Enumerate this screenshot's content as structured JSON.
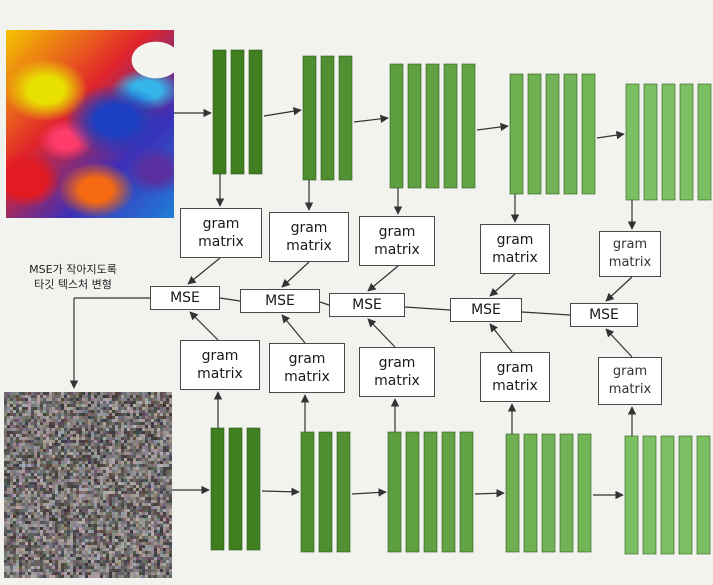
{
  "note": {
    "line1": "MSE가 작아지도록",
    "line2": "타깃 텍스처 변형"
  },
  "labels": {
    "gram_matrix": "gram\nmatrix",
    "mse": "MSE"
  },
  "images": {
    "style_image": "colorful-paint-image",
    "target_image": "noise-texture-image"
  },
  "network": {
    "layer_counts": [
      3,
      3,
      5,
      5,
      5
    ],
    "colors": {
      "dark_green": "#3f7d1f",
      "light_green": "#7dc063",
      "box_border": "#4a4a4a",
      "arrow": "#333333"
    }
  }
}
